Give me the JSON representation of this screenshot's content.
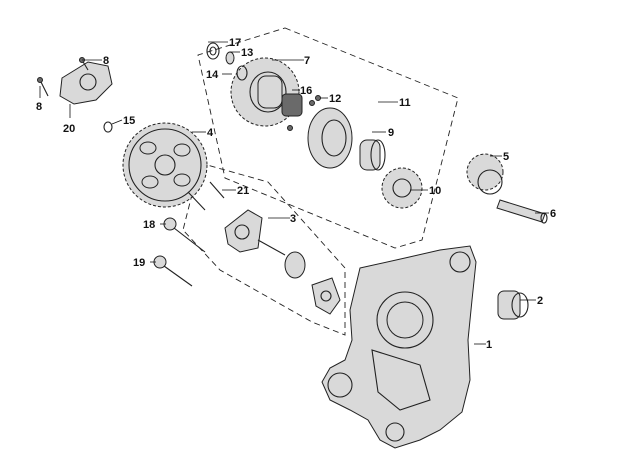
{
  "diagram": {
    "callouts": [
      {
        "id": "c1",
        "text": "1"
      },
      {
        "id": "c2",
        "text": "2"
      },
      {
        "id": "c3",
        "text": "3"
      },
      {
        "id": "c4",
        "text": "4"
      },
      {
        "id": "c5",
        "text": "5"
      },
      {
        "id": "c6",
        "text": "6"
      },
      {
        "id": "c7",
        "text": "7"
      },
      {
        "id": "c8a",
        "text": "8"
      },
      {
        "id": "c8b",
        "text": "8"
      },
      {
        "id": "c9",
        "text": "9"
      },
      {
        "id": "c10",
        "text": "10"
      },
      {
        "id": "c11",
        "text": "11"
      },
      {
        "id": "c12",
        "text": "12"
      },
      {
        "id": "c13",
        "text": "13"
      },
      {
        "id": "c14",
        "text": "14"
      },
      {
        "id": "c15",
        "text": "15"
      },
      {
        "id": "c16",
        "text": "16"
      },
      {
        "id": "c17",
        "text": "17"
      },
      {
        "id": "c18",
        "text": "18"
      },
      {
        "id": "c19",
        "text": "19"
      },
      {
        "id": "c20",
        "text": "20"
      },
      {
        "id": "c21",
        "text": "21"
      }
    ],
    "colors": {
      "line": "#222222",
      "metal": "#d9d9d9",
      "dark": "#6a6a6a",
      "background": "#ffffff"
    }
  }
}
